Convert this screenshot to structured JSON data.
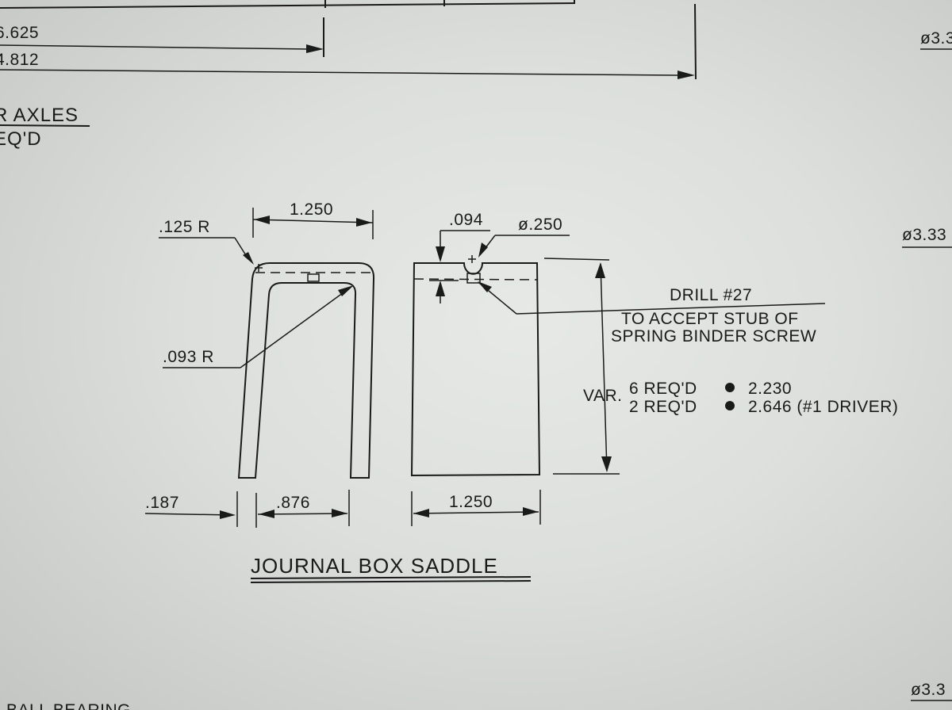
{
  "top_dims": {
    "d1": "6.625",
    "d2": "4.812"
  },
  "left_note": {
    "line1": "R AXLES",
    "line2": "EQ'D"
  },
  "right_edge": {
    "top": "ø3.3",
    "mid": "ø3.33",
    "bottom": "ø3.3"
  },
  "saddle": {
    "outer_radius": ".125 R",
    "top_width": "1.250",
    "inner_radius": ".093 R",
    "leg_width": ".187",
    "inner_width": ".876",
    "bottom_width": "1.250",
    "hole_depth": ".094",
    "hole_dia": "ø.250"
  },
  "drill_note": {
    "line1": "DRILL #27",
    "line2": "TO ACCEPT STUB OF",
    "line3": "SPRING BINDER SCREW"
  },
  "var_note": {
    "label": "VAR.",
    "line1_qty": "6 REQ'D",
    "line1_val": "2.230",
    "line2_qty": "2 REQ'D",
    "line2_val": "2.646 (#1 DRIVER)"
  },
  "title": "JOURNAL BOX SADDLE",
  "bottom_partial": "BALL BEARING"
}
